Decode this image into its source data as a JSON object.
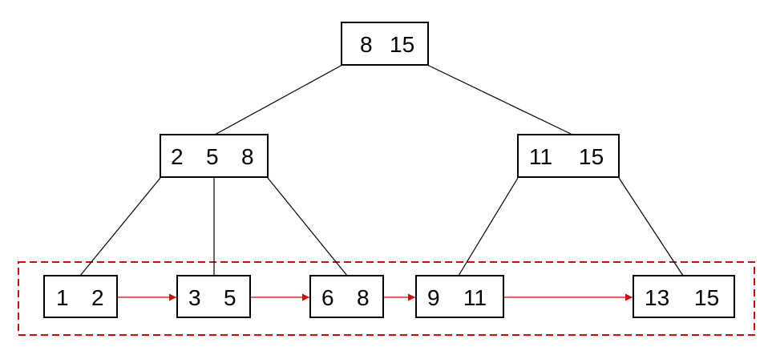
{
  "colors": {
    "node_border": "#000000",
    "edge": "#000000",
    "leaf_link": "#e00000",
    "leaf_region": "#e00000"
  },
  "nodes": {
    "root": {
      "keys": [
        "8",
        "15"
      ]
    },
    "internal_left": {
      "keys": [
        "2",
        "5",
        "8"
      ]
    },
    "internal_right": {
      "keys": [
        "11",
        "15"
      ]
    },
    "leaf_1": {
      "keys": [
        "1",
        "2"
      ]
    },
    "leaf_2": {
      "keys": [
        "3",
        "5"
      ]
    },
    "leaf_3": {
      "keys": [
        "6",
        "8"
      ]
    },
    "leaf_4": {
      "keys": [
        "9",
        "11"
      ]
    },
    "leaf_5": {
      "keys": [
        "13",
        "15"
      ]
    }
  }
}
